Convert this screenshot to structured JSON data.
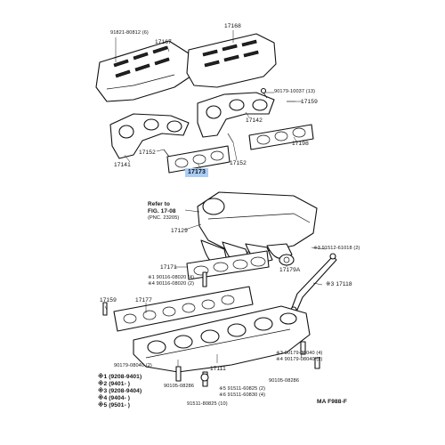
{
  "callouts": {
    "c17168": "17168",
    "c91821": "91821-80812 (6)",
    "c17167": "17167",
    "c90179a": "90179-10037 (13)",
    "c17159a": "17159",
    "c17142": "17142",
    "c17198": "17198",
    "c17141": "17141",
    "c17152a": "17152",
    "c17173": "17173",
    "c17152b": "17152",
    "c17129": "17129",
    "c91512": "※3 91512-61018 (2)",
    "c17171": "17171",
    "c90116a": "※1 90116-08020 (4)",
    "c90116b": "※4 90116-08020 (2)",
    "c17179a": "17179A",
    "c17118": "※3 17118",
    "c17159b": "17159",
    "c17177": "17177",
    "c90179b": "90179-08040 (2)",
    "c90179c": "※3 90179-08040 (4)",
    "c90179d": "※4 90179-08040 (2)",
    "c90105a": "90105-08286",
    "c17111": "17111",
    "c90105b": "90105-08286",
    "c91511a": "※5 91511-60825 (2)",
    "c91511b": "※6 91511-60830 (4)",
    "c91511c": "91511-80825 (10)"
  },
  "reference": {
    "line1": "Refer to",
    "line2": "FIG. 17-08",
    "line3": "(PNC. 23205)"
  },
  "legend": [
    "※1 (9208-9401)",
    "※2 (9401-        )",
    "※3 (9208-9404)",
    "※4 (9404-        )",
    "※5 (9501-        )"
  ],
  "footer_code": "MA  F988-F",
  "highlight_color": "#a9cdf5"
}
